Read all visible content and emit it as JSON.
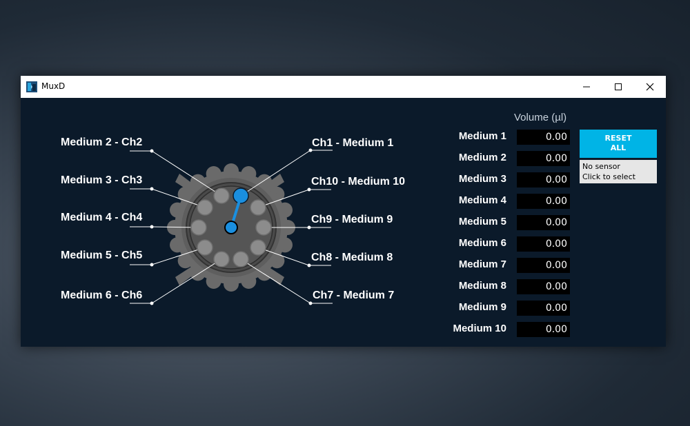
{
  "window": {
    "title": "MuxD"
  },
  "valve": {
    "active_color": "#1a8fe0",
    "port_color": "#8c8c8c",
    "labels_left": [
      {
        "medium": "Medium 2",
        "ch": "Ch2"
      },
      {
        "medium": "Medium 3",
        "ch": "Ch3"
      },
      {
        "medium": "Medium 4",
        "ch": "Ch4"
      },
      {
        "medium": "Medium 5",
        "ch": "Ch5"
      },
      {
        "medium": "Medium 6",
        "ch": "Ch6"
      }
    ],
    "labels_right": [
      {
        "ch": "Ch1",
        "medium": "Medium 1"
      },
      {
        "ch": "Ch10",
        "medium": "Medium 10"
      },
      {
        "ch": "Ch9",
        "medium": "Medium 9"
      },
      {
        "ch": "Ch8",
        "medium": "Medium 8"
      },
      {
        "ch": "Ch7",
        "medium": "Medium 7"
      }
    ]
  },
  "volume": {
    "header": "Volume (µl)",
    "rows": [
      {
        "label": "Medium 1",
        "value": "0.00"
      },
      {
        "label": "Medium 2",
        "value": "0.00"
      },
      {
        "label": "Medium 3",
        "value": "0.00"
      },
      {
        "label": "Medium 4",
        "value": "0.00"
      },
      {
        "label": "Medium 5",
        "value": "0.00"
      },
      {
        "label": "Medium 6",
        "value": "0.00"
      },
      {
        "label": "Medium 7",
        "value": "0.00"
      },
      {
        "label": "Medium 8",
        "value": "0.00"
      },
      {
        "label": "Medium 9",
        "value": "0.00"
      },
      {
        "label": "Medium 10",
        "value": "0.00"
      }
    ]
  },
  "reset": {
    "line1": "RESET",
    "line2": "ALL"
  },
  "sensor": {
    "line1": "No sensor",
    "line2": "Click to select"
  }
}
